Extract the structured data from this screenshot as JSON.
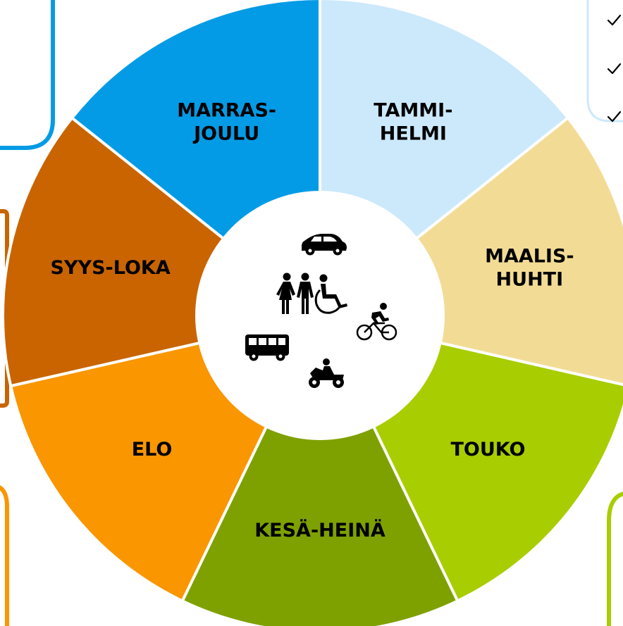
{
  "segments": [
    {
      "id": "tammi-helmi",
      "lines": [
        "TAMMI-",
        "HELMI"
      ],
      "color": "#cce9fb"
    },
    {
      "id": "maalis-huhti",
      "lines": [
        "MAALIS-",
        "HUHTI"
      ],
      "color": "#f2dc95"
    },
    {
      "id": "touko",
      "lines": [
        "TOUKO"
      ],
      "color": "#a8cd00"
    },
    {
      "id": "kesa-heina",
      "lines": [
        "KESÄ-HEINÄ"
      ],
      "color": "#7ea100"
    },
    {
      "id": "elo",
      "lines": [
        "ELO"
      ],
      "color": "#f99600"
    },
    {
      "id": "syys-loka",
      "lines": [
        "SYYS-LOKA"
      ],
      "color": "#c96400"
    },
    {
      "id": "marras-joulu",
      "lines": [
        "MARRAS-",
        "JOULU"
      ],
      "color": "#049be6"
    }
  ],
  "center_icons": [
    "car-icon",
    "pedestrians-icon",
    "wheelchair-icon",
    "cyclist-icon",
    "bus-icon",
    "motorcycle-icon"
  ],
  "checklist_icons": [
    "checkmark-icon",
    "checkmark-icon",
    "checkmark-icon"
  ],
  "colors": {
    "frame_blue": "#049be6",
    "frame_light_blue": "#cce9fb",
    "frame_brown": "#c96400",
    "frame_orange": "#f99600",
    "frame_green": "#a8cd00",
    "divider": "#ffffff",
    "center": "#ffffff",
    "icon": "#000000"
  }
}
